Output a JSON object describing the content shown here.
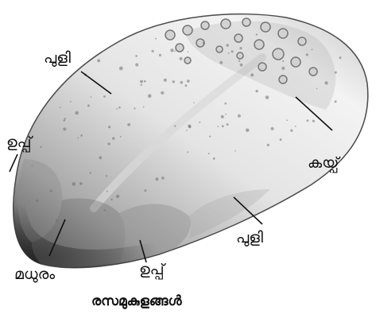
{
  "labels": {
    "sour_top": "പുളി",
    "salt_left": "ഉപ്പ്",
    "bitter": "കയ്പ്",
    "sour_bottom": "പുളി",
    "salt_bottom": "ഉപ്പ്",
    "sweet": "മധുരം"
  },
  "caption": "രസമുകുളങ്ങൾ",
  "colors": {
    "tongue_light": "#efefef",
    "tongue_mid": "#c4c4c4",
    "tongue_dark": "#5e5e5e",
    "zone_shade": "#8a8a8a",
    "line": "#111111"
  }
}
